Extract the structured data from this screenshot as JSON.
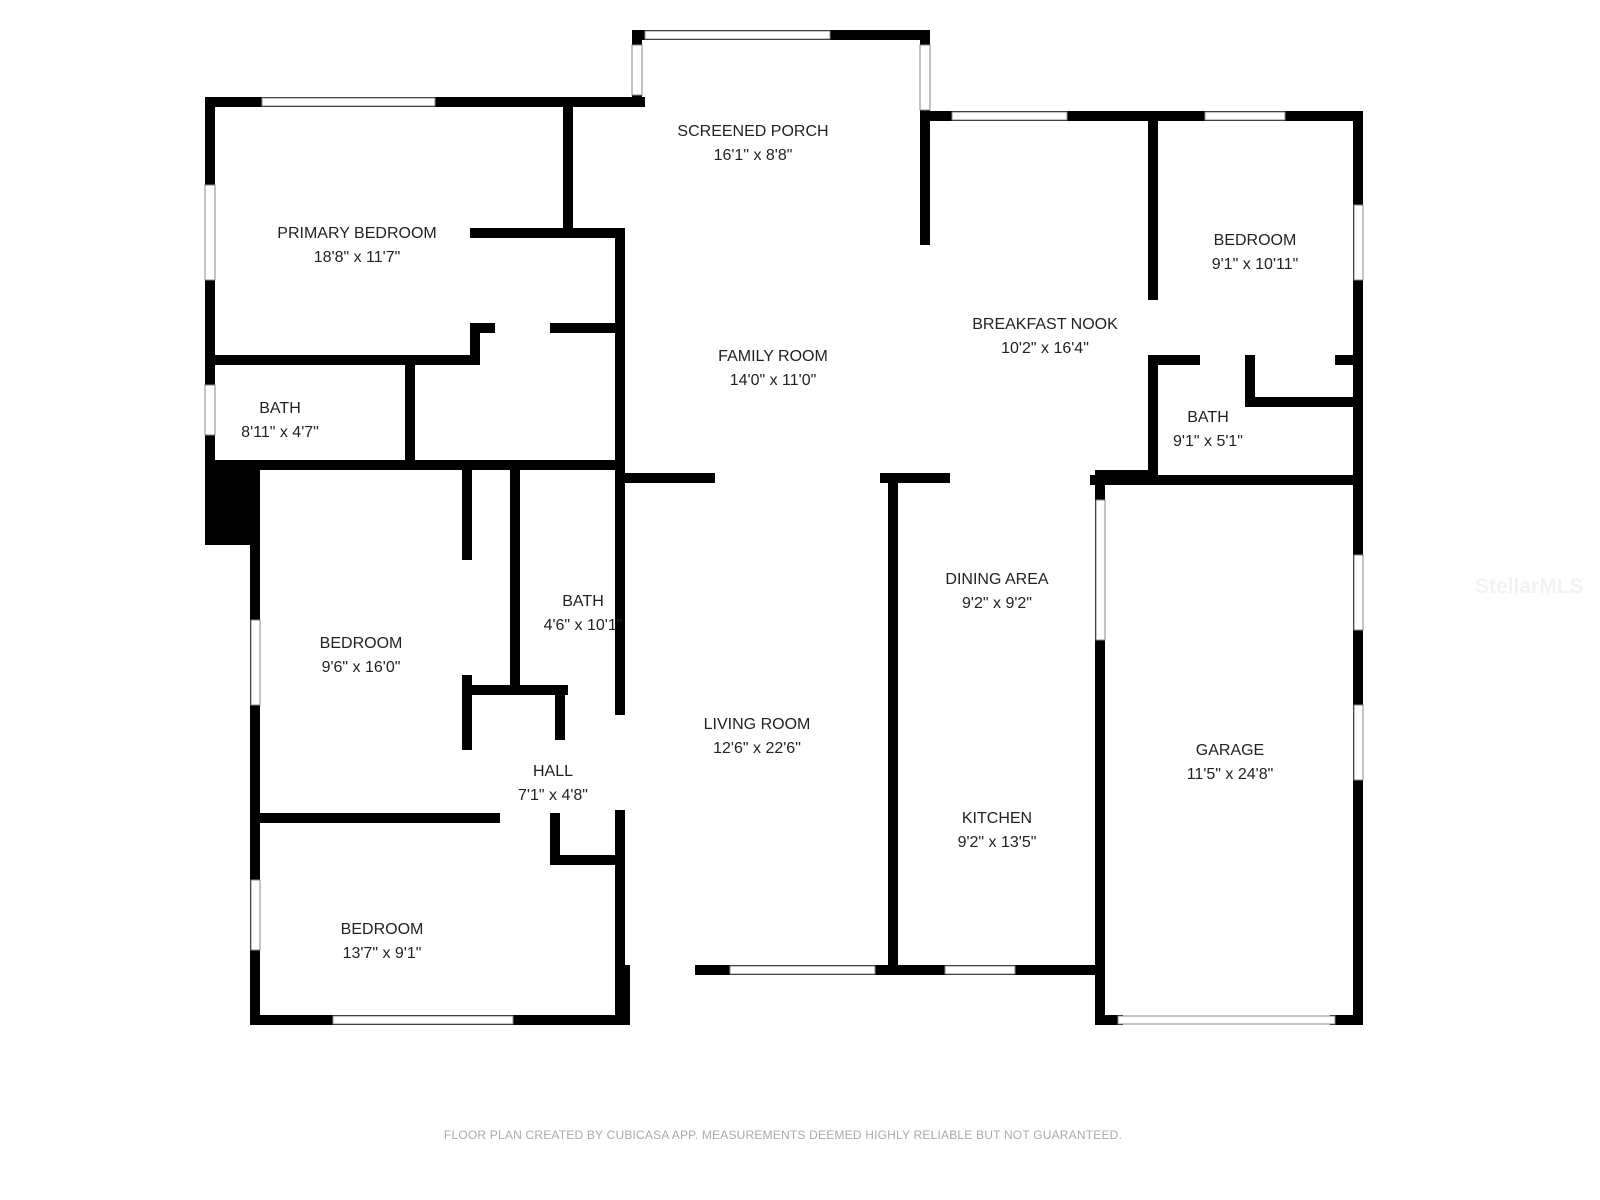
{
  "rooms": [
    {
      "name": "SCREENED PORCH",
      "size": "16'1\" x 8'8\""
    },
    {
      "name": "PRIMARY BEDROOM",
      "size": "18'8\" x 11'7\""
    },
    {
      "name": "FAMILY ROOM",
      "size": "14'0\" x 11'0\""
    },
    {
      "name": "BREAKFAST NOOK",
      "size": "10'2\" x 16'4\""
    },
    {
      "name": "BEDROOM",
      "size": "9'1\" x 10'11\""
    },
    {
      "name": "BATH",
      "size": "8'11\" x 4'7\""
    },
    {
      "name": "BATH",
      "size": "9'1\" x 5'1\""
    },
    {
      "name": "BEDROOM",
      "size": "9'6\" x 16'0\""
    },
    {
      "name": "BATH",
      "size": "4'6\" x 10'1\""
    },
    {
      "name": "DINING AREA",
      "size": "9'2\" x 9'2\""
    },
    {
      "name": "LIVING ROOM",
      "size": "12'6\" x 22'6\""
    },
    {
      "name": "GARAGE",
      "size": "11'5\" x 24'8\""
    },
    {
      "name": "HALL",
      "size": "7'1\" x 4'8\""
    },
    {
      "name": "KITCHEN",
      "size": "9'2\" x 13'5\""
    },
    {
      "name": "BEDROOM",
      "size": "13'7\" x 9'1\""
    }
  ],
  "footer": "FLOOR PLAN CREATED BY CUBICASA APP. MEASUREMENTS DEEMED HIGHLY RELIABLE BUT NOT GUARANTEED.",
  "watermark": "StellarMLS",
  "colors": {
    "wall": "#000000",
    "window": "#ffffff",
    "text": "#222222",
    "footer": "#aaaaaa"
  }
}
